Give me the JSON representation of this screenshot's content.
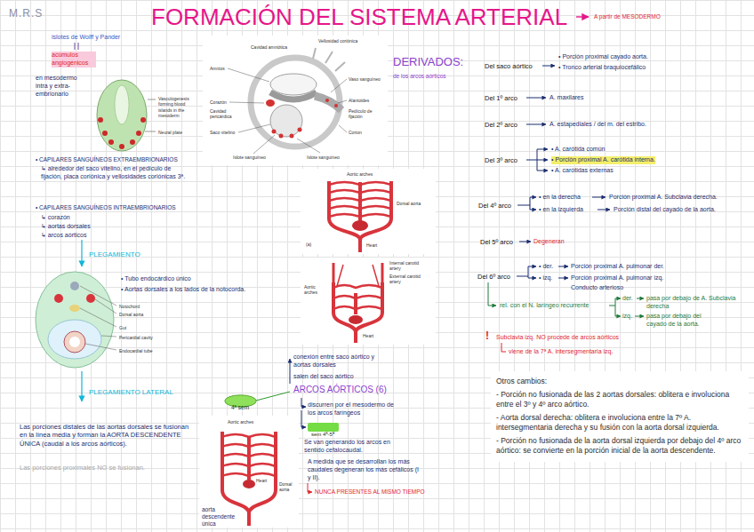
{
  "diagram": {
    "title": "FORMACIÓN DEL SISTEMA ARTERIAL",
    "nodes": [
      {
        "text": [
          "4ª sem"
        ]
      },
      {
        "text": [
          "sem 4ª-5ª"
        ]
      },
      {
        "text": [
          "Otros cambios:",
          "- Porción no fusionada de las 2 aortas dorsales: oblitera e involuciona entre el 3º y 4º arco aórtico.",
          "- Aorta dorsal derecha: oblitera e involuciona entre la 7º A. intersegmentaria derecha y su fusión con la aorta dorsal izquierda.",
          "- Porción no fusionada de la aorta dorsal izquierda por debajo del 4º arco aórtico: se convierte en la porción inicial de la aorta descendente."
        ]
      }
    ],
    "labels": [
      "M.R.S",
      "A partir de MESODERMO",
      "islotes de Wolff y Pander",
      "acúmulos angiogénicos",
      "en mesodermo intra y extra-embrionario",
      "Vasculogenesis forming blood islands in the mesoderm",
      "Neural plate",
      "• CAPILARES SANGUÍNEOS EXTRAEMBRIONARIOS",
      "↳ alrededor del saco vitelino, en el pedículo de fijación, placa coriónica y vellosidades coriónicas 3ª.",
      "• CAPILARES SANGUÍNEOS INTRAEMBRIONARIOS",
      "↳ corazón",
      "↳ aortas dorsales",
      "↳ arcos aórticos",
      "PLEGAMIENTO",
      "• Tubo endocárdico único",
      "• Aortas dorsales a los lados de la notocorda.",
      "Notochord",
      "Dorsal aorta",
      "Gut",
      "Pericardial cavity",
      "Endocardial tube",
      "PLEGAMIENTO LATERAL",
      "Las porciones distales de las aortas dorsales se fusionan en la línea media y forman la AORTA DESCENDENTE ÚNICA (caudal a los arcos aórticos).",
      "Las porciones proximales NO se fusionan.",
      "Amnios",
      "Cavidad amniótica",
      "Vellosidad coriónica",
      "Corazón",
      "Cavidad pericárdica",
      "Saco vitelino",
      "Islote sanguíneo",
      "Vaso sanguíneo",
      "Alantoides",
      "Pedículo de fijación",
      "Corion",
      "Islote sanguíneo",
      "Aortic arches",
      "Heart",
      "Dorsal aorta",
      "(a)",
      "Aortic arches",
      "Internal carotid artery",
      "External carotid artery",
      "Heart",
      "conexión entre saco aórtico y aortas dorsales",
      "salen del saco aórtico",
      "ARCOS AÓRTICOS (6)",
      "discurren por el mesodermo de los arcos faríngeos",
      "Se van generando los arcos en sentido cefalocaudal.",
      "A medida que se desarrollan los más caudales degeneran los más cefálicos (I y II).",
      "NUNCA PRESENTES AL MISMO TIEMPO",
      "Aortic arches",
      "Heart",
      "Dorsal aorta",
      "aorta descendente única",
      "DERIVADOS:",
      "de los arcos aórticos",
      "Del saco aórtico",
      "• Porción proximal cayado aorta.",
      "• Tronco arterial braquiocefálico",
      "Del 1º arco",
      "A. maxilares",
      "Del 2º arco",
      "A. estapediales / del m. del estribo.",
      "Del 3º arco",
      "• A. carótida común",
      "• Porción proximal A. carótida interna.",
      "• A. carótidas externas",
      "Del 4º arco",
      "• en la derecha",
      "Porción proximal A. Subclavia derecha.",
      "• en la izquierda",
      "Porción distal del cayado de la aorta.",
      "Del 5º arco",
      "Degeneran",
      "Del 6º arco",
      "• der.",
      "Porción proximal A. pulmonar der.",
      "• izq.",
      "Porción proximal A. pulmonar izq.",
      "Conducto arterioso",
      "rel. con el N. laríngeo recurrente",
      "der.",
      "pasa por debajo de A. Subclavia derecha",
      "izq.",
      "pasa por debajo del cayado de la aorta.",
      "!",
      "Subclavia izq. NO procede de arcos aórticos",
      "viene de la 7ª A. intersegmentaria izq."
    ]
  }
}
